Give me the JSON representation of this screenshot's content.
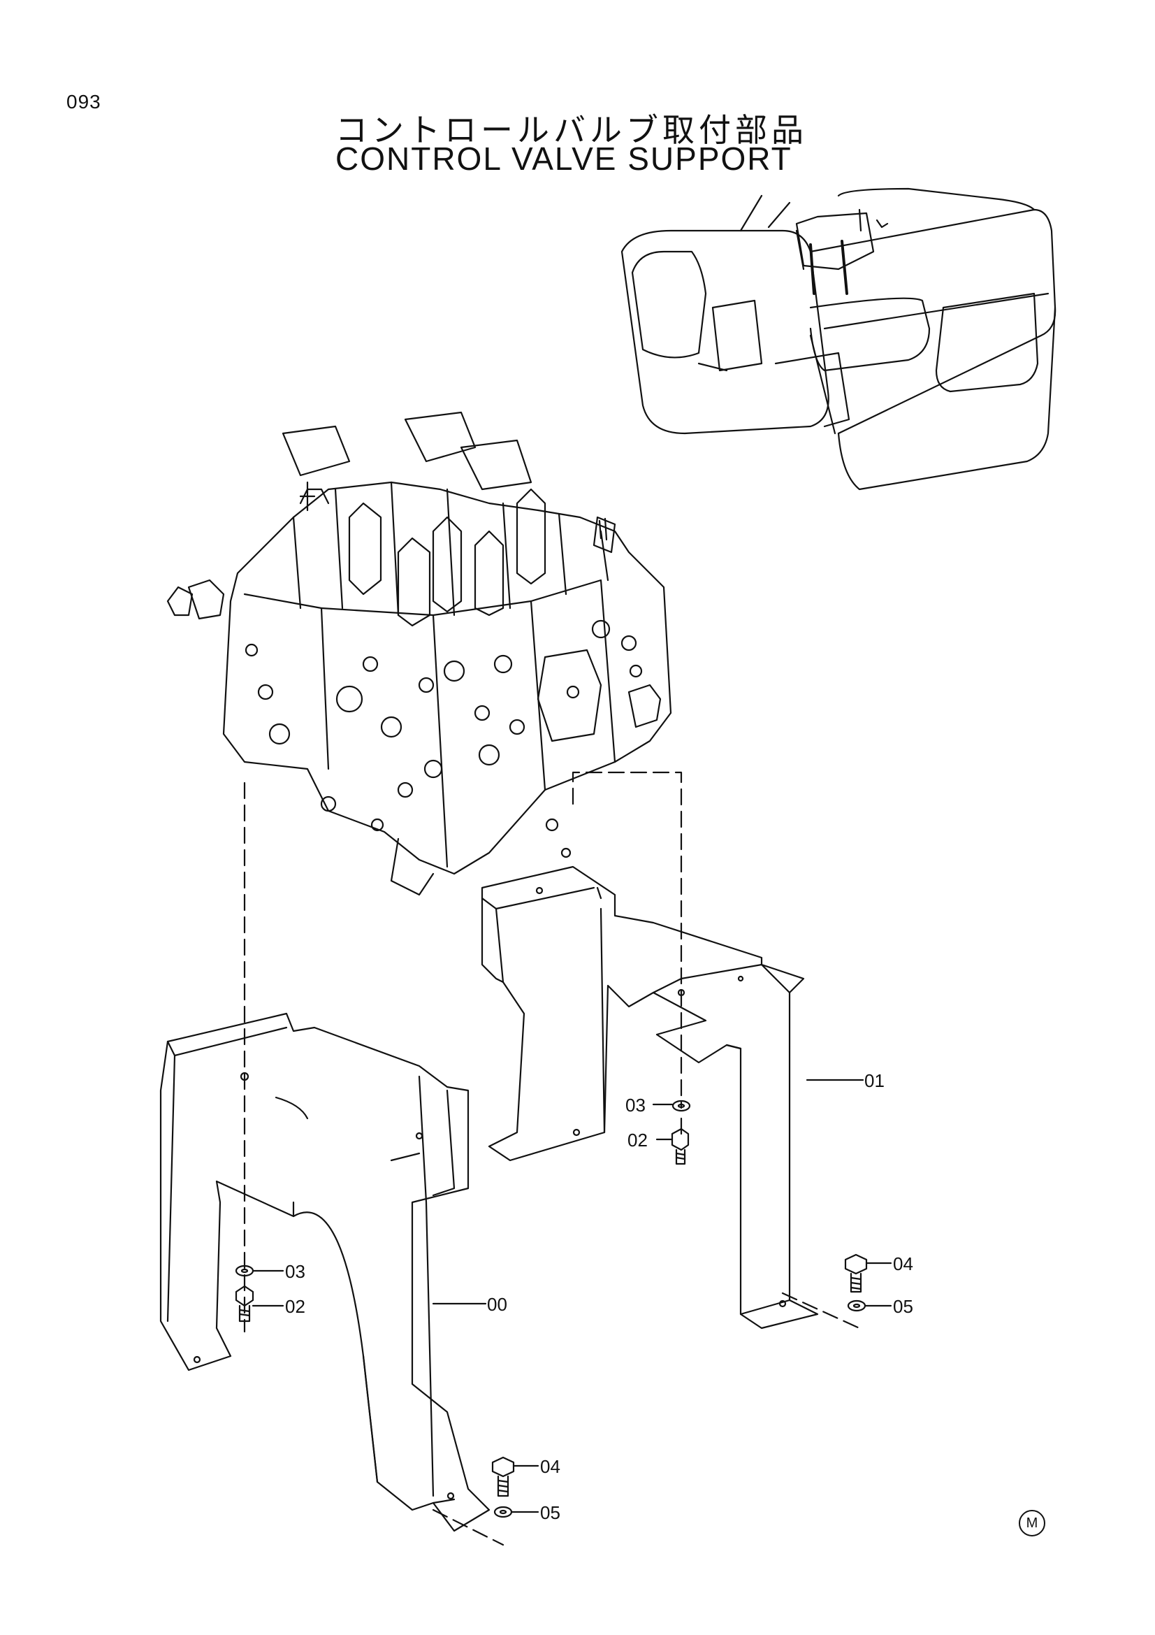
{
  "page_number": "093",
  "title_ja": "コントロールバルブ取付部品",
  "title_en": "CONTROL VALVE SUPPORT",
  "callouts": [
    {
      "id": "01",
      "text": "01"
    },
    {
      "id": "00",
      "text": "00"
    },
    {
      "id": "03a",
      "text": "03"
    },
    {
      "id": "02a",
      "text": "02"
    },
    {
      "id": "03b",
      "text": "03"
    },
    {
      "id": "02b",
      "text": "02"
    },
    {
      "id": "04a",
      "text": "04"
    },
    {
      "id": "05a",
      "text": "05"
    },
    {
      "id": "04b",
      "text": "04"
    },
    {
      "id": "05b",
      "text": "05"
    }
  ],
  "mark": "M",
  "icons": [
    "excavator-location-icon",
    "control-valve-icon",
    "bracket-icon",
    "bolt-icon",
    "washer-icon"
  ]
}
